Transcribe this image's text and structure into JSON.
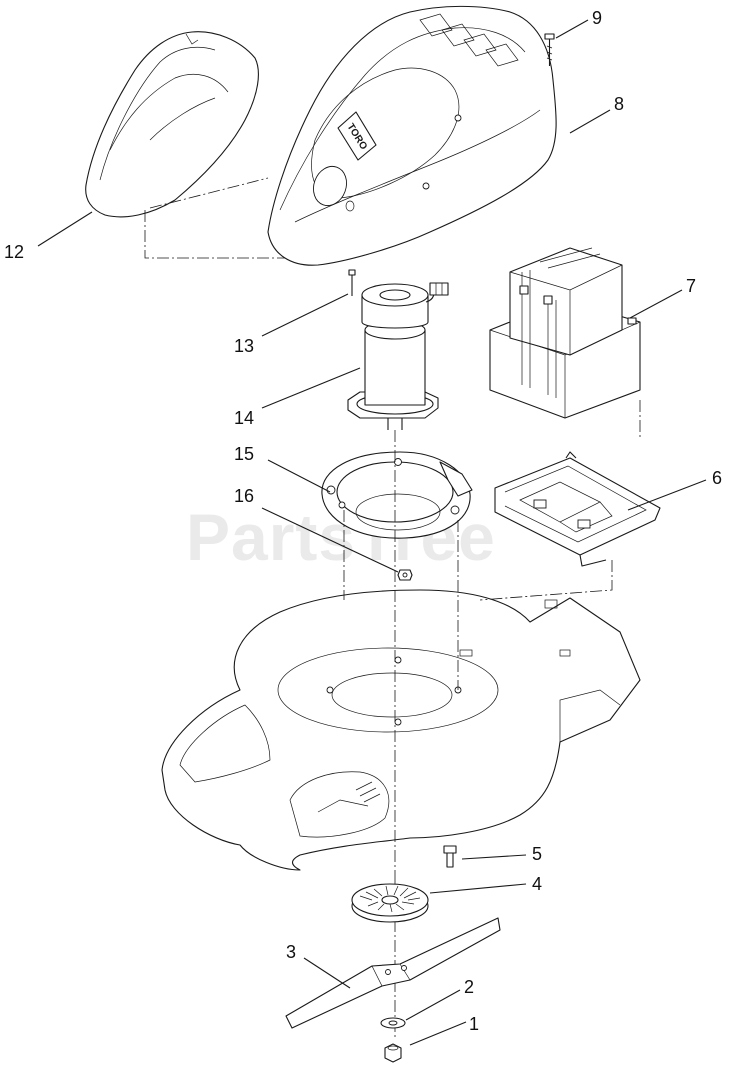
{
  "watermark": "PartsTree",
  "logo_text": "TORO",
  "callouts": [
    "1",
    "2",
    "3",
    "4",
    "5",
    "6",
    "7",
    "8",
    "9",
    "12",
    "13",
    "14",
    "15",
    "16"
  ]
}
